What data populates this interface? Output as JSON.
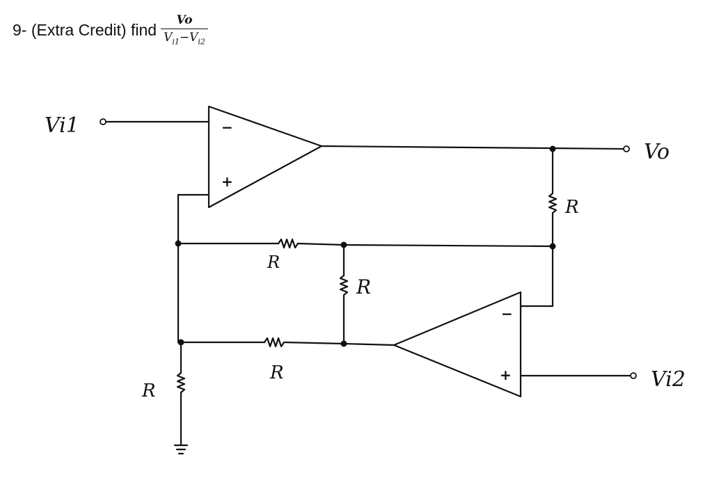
{
  "question": {
    "prefix": "9- (Extra Credit) find",
    "numerator": "Vo",
    "denominator_v1": "V",
    "denominator_sub1": "i1",
    "denominator_minus": "−",
    "denominator_v2": "V",
    "denominator_sub2": "i2"
  },
  "circuit": {
    "terminals": {
      "vi1": "Vi1",
      "vo": "Vo",
      "vi2": "Vi2"
    },
    "opamp_top": {
      "minus": "−",
      "plus": "+"
    },
    "opamp_bottom": {
      "minus": "−",
      "plus": "+"
    },
    "resistors": {
      "r_output": "R",
      "r_top_horizontal": "R",
      "r_middle_vertical": "R",
      "r_bottom_horizontal": "R",
      "r_ground": "R"
    }
  }
}
